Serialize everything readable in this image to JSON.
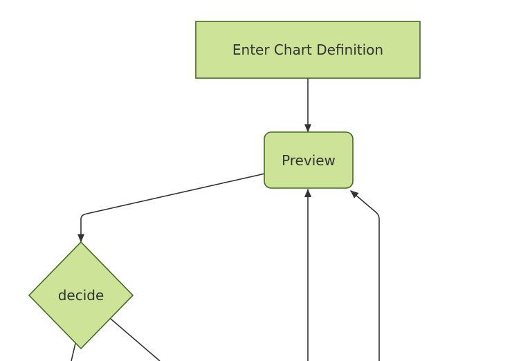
{
  "canvas": {
    "background": "#ffffff"
  },
  "diagram": {
    "type": "flowchart",
    "direction": "top-down",
    "nodes": [
      {
        "id": "A",
        "label": "Enter Chart Definition",
        "shape": "rectangle"
      },
      {
        "id": "B",
        "label": "Preview",
        "shape": "rounded-rectangle"
      },
      {
        "id": "C",
        "label": "decide",
        "shape": "diamond"
      }
    ],
    "edges": [
      {
        "from": "Enter Chart Definition",
        "to": "Preview",
        "arrowhead": true
      },
      {
        "from": "Preview",
        "to": "decide",
        "arrowhead": true
      },
      {
        "from": "offscreen-bottom",
        "to": "Preview",
        "arrowhead": true
      },
      {
        "from": "offscreen-bottom-right",
        "to": "Preview",
        "arrowhead": true
      },
      {
        "from": "decide",
        "to": "offscreen-bottom-left",
        "arrowhead": false
      },
      {
        "from": "decide",
        "to": "offscreen-bottom-right",
        "arrowhead": false
      }
    ],
    "colors": {
      "node_fill": "#cde498",
      "node_border": "#44691f",
      "edge_line": "#333333",
      "arrowhead": "#333333",
      "label_text": "#333333"
    }
  }
}
